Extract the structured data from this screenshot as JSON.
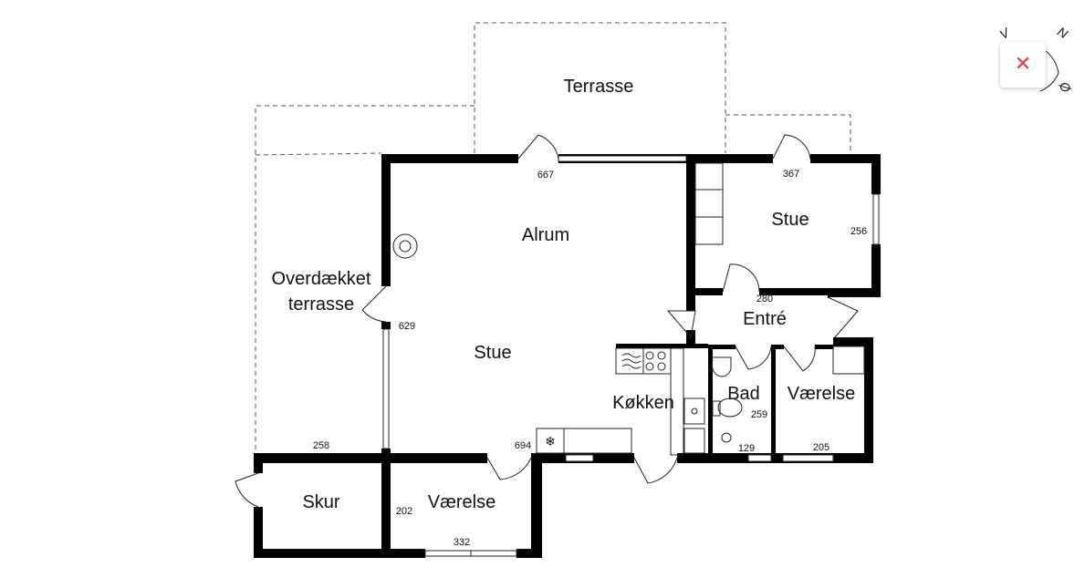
{
  "rooms": {
    "terrasse": "Terrasse",
    "alrum": "Alrum",
    "stue_main": "Stue",
    "stue_right": "Stue",
    "overdaekket_line1": "Overdækket",
    "overdaekket_line2": "terrasse",
    "entre": "Entré",
    "koekken": "Køkken",
    "bad": "Bad",
    "vaerelse_right": "Værelse",
    "vaerelse_bottom": "Værelse",
    "skur": "Skur"
  },
  "dimensions": {
    "d667": "667",
    "d367": "367",
    "d256": "256",
    "d280": "280",
    "d629": "629",
    "d259": "259",
    "d694": "694",
    "d129": "129",
    "d205": "205",
    "d258": "258",
    "d202": "202",
    "d332": "332"
  },
  "compass": {
    "n": "N",
    "v": "V",
    "o": "Ø"
  },
  "close_button": {
    "icon": "close-icon",
    "glyph": "✕",
    "color": "#e53935"
  }
}
